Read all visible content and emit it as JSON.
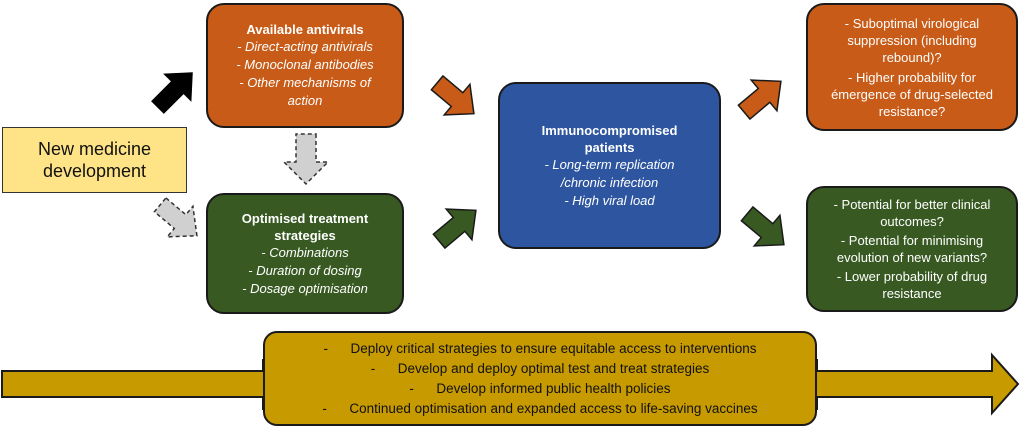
{
  "new_medicine": {
    "text": "New medicine development"
  },
  "antivirals": {
    "title": "Available antivirals",
    "items": [
      "- Direct-acting antivirals",
      "-  Monoclonal antibodies",
      "-  Other mechanisms of action"
    ]
  },
  "optimised": {
    "title": "Optimised treatment strategies",
    "items": [
      "- Combinations",
      "-  Duration of dosing",
      "-  Dosage optimisation"
    ]
  },
  "immuno": {
    "title": "Immunocompromised patients",
    "items": [
      "- Long-term replication /chronic infection",
      "- High viral load"
    ]
  },
  "negative_outcomes": {
    "items": [
      "- Suboptimal virological suppression (including rebound)?",
      "- Higher probability for émergence of drug-selected resistance?"
    ]
  },
  "positive_outcomes": {
    "items": [
      "- Potential for better clinical outcomes?",
      "- Potential for minimising evolution of new variants?",
      "- Lower probability of drug resistance"
    ]
  },
  "actions": {
    "items": [
      "-      Deploy critical strategies to ensure equitable access to interventions",
      "-      Develop and deploy optimal test and treat strategies",
      "-      Develop informed public health policies",
      "-      Continued optimisation and expanded access to life-saving vaccines"
    ]
  },
  "colors": {
    "orange": "#c75b17",
    "green": "#385a22",
    "blue": "#2e56a0",
    "yellow_box": "#fee486",
    "gold": "#c79a00",
    "black_arrow": "#000000",
    "grey_arrow": "#d0d0d0"
  }
}
